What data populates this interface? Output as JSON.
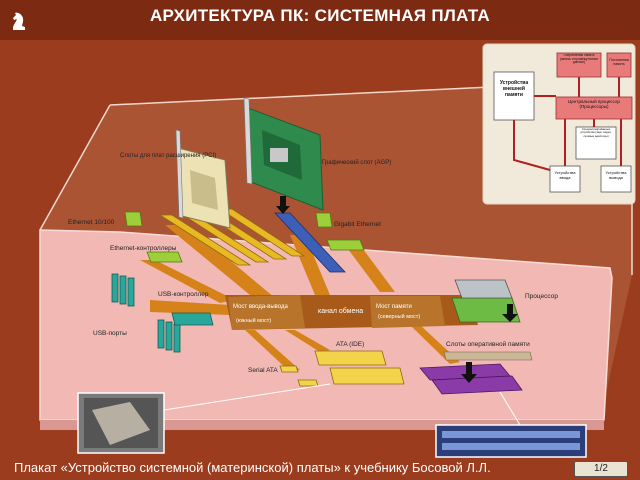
{
  "title": "АРХИТЕКТУРА ПК: СИСТЕМНАЯ ПЛАТА",
  "caption": "Плакат «Устройство системной (материнской) платы» к учебнику Босовой Л.Л.",
  "pager": "1/2",
  "labels": {
    "pci_slots": "Слоты для плат расширения (PCI)",
    "agp_slot": "Графический слот (AGP)",
    "ethernet_10_100": "Ethernet 10/100",
    "gigabit_ethernet": "Gigabit Ethernet",
    "ethernet_controllers": "Ethernet-контроллеры",
    "usb_controller": "USB-контроллер",
    "usb_ports": "USB-порты",
    "south_bridge": "Мост ввода-вывода",
    "south_bridge_sub": "(южный мост)",
    "bus": "канал обмена",
    "north_bridge": "Мост памяти",
    "north_bridge_sub": "(северный мост)",
    "cpu": "Процессор",
    "ram_slots": "Слоты оперативной памяти",
    "ata": "ATA (IDE)",
    "serial_ata": "Serial ATA"
  },
  "scheme": {
    "ram": "Оперативная память (запись и промежуточные данные)",
    "rom": "Постоянная память",
    "ext_memory": "Устройства внешней памяти",
    "cpu": "Центральный процессор (Процессоры)",
    "other": "Специализированные устройства (звук, видео, сетевые адаптеры)",
    "input": "Устройства ввода",
    "output": "Устройства вывода"
  }
}
